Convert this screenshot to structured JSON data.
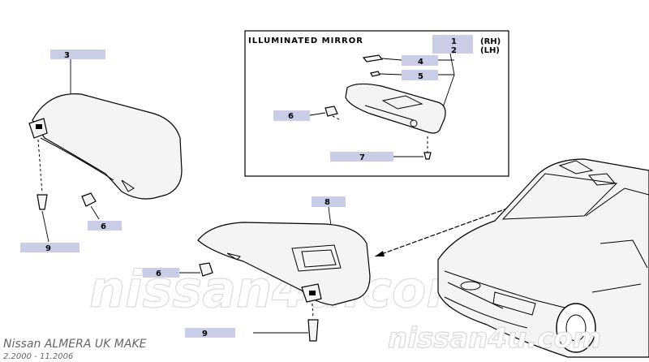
{
  "inset": {
    "title": "ILLUMINATED MIRROR"
  },
  "callouts": {
    "c1": "1",
    "c2": "2",
    "c3": "3",
    "c4": "4",
    "c5": "5",
    "c6a": "6",
    "c6b": "6",
    "c6c": "6",
    "c7": "7",
    "c8": "8",
    "c9a": "9",
    "c9b": "9"
  },
  "side_labels": {
    "rh": "(RH)",
    "lh": "(LH)"
  },
  "watermark": {
    "center": "nissan4u.com",
    "brand": "nissan4u.com"
  },
  "footer": {
    "model": "Nissan ALMERA UK MAKE",
    "dates": "2.2000 - 11.2006"
  },
  "colors": {
    "callout_fill": "#c9cde6",
    "line": "#000000",
    "watermark_stroke": "#d8d8d8"
  }
}
